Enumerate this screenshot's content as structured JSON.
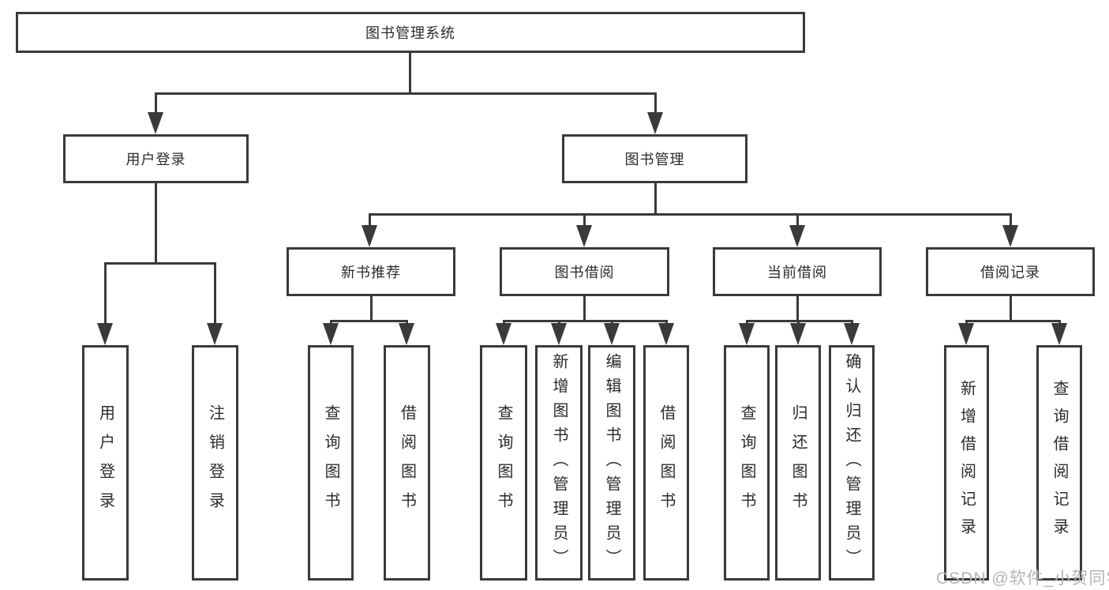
{
  "diagram": {
    "root": {
      "label": "图书管理系统"
    },
    "branches": [
      {
        "label": "用户登录",
        "children": [
          "用户登录",
          "注销登录"
        ]
      },
      {
        "label": "图书管理",
        "groups": [
          {
            "label": "新书推荐",
            "children": [
              "查询图书",
              "借阅图书"
            ]
          },
          {
            "label": "图书借阅",
            "children": [
              "查询图书",
              "新增图书（管理员）",
              "编辑图书（管理员）",
              "借阅图书"
            ]
          },
          {
            "label": "当前借阅",
            "children": [
              "查询图书",
              "归还图书",
              "确认归还（管理员）"
            ]
          },
          {
            "label": "借阅记录",
            "children": [
              "新增借阅记录",
              "查询借阅记录"
            ]
          }
        ]
      }
    ],
    "watermark": "CSDN @软件_小贺同学",
    "colors": {
      "line": "#3a3a3a",
      "text": "#2b2b2b",
      "watermark": "#b5b5b5",
      "background": "#ffffff"
    }
  }
}
